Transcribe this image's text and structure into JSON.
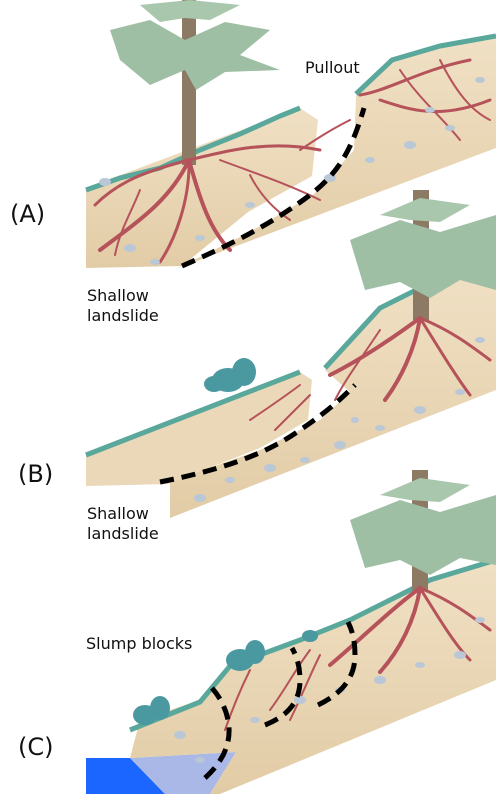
{
  "panels": [
    {
      "letter": "(A)",
      "annotations": [
        "Pullout",
        "Shallow\nlandslide"
      ]
    },
    {
      "letter": "(B)",
      "annotations": [
        "Shallow\nlandslide"
      ]
    },
    {
      "letter": "(C)",
      "annotations": [
        "Slump blocks"
      ]
    }
  ],
  "colors": {
    "soil": "#ead8b8",
    "soil_dark": "#d9c29a",
    "roots": "#b5525a",
    "roots_dark": "#8c3a42",
    "grass": "#5aa79b",
    "tree_foliage": "#9fbfa4",
    "tree_trunk": "#8d7a64",
    "rock": "#b9c7d6",
    "failure_line": "#000000",
    "water": "#1a66ff",
    "water_pale": "#a9b8e6"
  }
}
